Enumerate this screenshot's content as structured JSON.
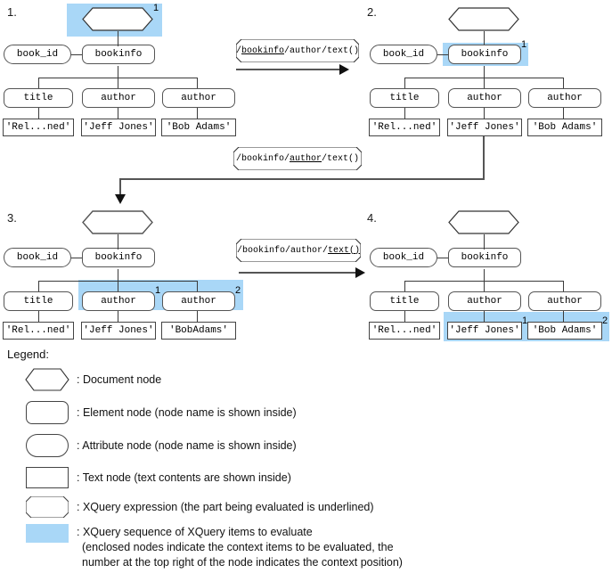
{
  "colors": {
    "highlight": "#a9d7f7",
    "node_stroke": "#555555",
    "edge": "#3a3a3a",
    "arrow": "#111111"
  },
  "panels": [
    {
      "number": "1.",
      "document_node": "",
      "attribute_node": "book_id",
      "root_element": "bookinfo",
      "children": [
        "title",
        "author",
        "author"
      ],
      "texts": [
        "'Rel...ned'",
        "'Jeff Jones'",
        "'Bob Adams'"
      ],
      "highlight_target": "document-node",
      "context_positions": [
        "1"
      ]
    },
    {
      "number": "2.",
      "document_node": "",
      "attribute_node": "book_id",
      "root_element": "bookinfo",
      "children": [
        "title",
        "author",
        "author"
      ],
      "texts": [
        "'Rel...ned'",
        "'Jeff Jones'",
        "'Bob Adams'"
      ],
      "highlight_target": "bookinfo-element",
      "context_positions": [
        "1"
      ]
    },
    {
      "number": "3.",
      "document_node": "",
      "attribute_node": "book_id",
      "root_element": "bookinfo",
      "children": [
        "title",
        "author",
        "author"
      ],
      "texts": [
        "'Rel...ned'",
        "'Jeff Jones'",
        "'BobAdams'"
      ],
      "highlight_target": "author-elements",
      "context_positions": [
        "1",
        "2"
      ]
    },
    {
      "number": "4.",
      "document_node": "",
      "attribute_node": "book_id",
      "root_element": "bookinfo",
      "children": [
        "title",
        "author",
        "author"
      ],
      "texts": [
        "'Rel...ned'",
        "'Jeff Jones'",
        "'Bob Adams'"
      ],
      "highlight_target": "author-text-nodes",
      "context_positions": [
        "1",
        "2"
      ]
    }
  ],
  "expressions": [
    {
      "id": "expr-1",
      "prefix": "/",
      "underlined": "bookinfo",
      "suffix": "/author/text()"
    },
    {
      "id": "expr-2",
      "prefix": "/bookinfo/",
      "underlined": "author",
      "suffix": "/text()"
    },
    {
      "id": "expr-3",
      "prefix": "/bookinfo/author/",
      "underlined": "text()",
      "suffix": ""
    }
  ],
  "legend": {
    "title": "Legend:",
    "items": [
      {
        "shape": "document-node-hexagon",
        "label": ": Document node"
      },
      {
        "shape": "element-node-rounded-rect",
        "label": ": Element node (node name is shown inside)"
      },
      {
        "shape": "attribute-node-pill",
        "label": ": Attribute node (node name is shown inside)"
      },
      {
        "shape": "text-node-rect",
        "label": ": Text node (text contents are shown inside)"
      },
      {
        "shape": "xquery-expression-notched",
        "label": ": XQuery expression (the part being evaluated is underlined)"
      },
      {
        "shape": "highlight-swatch",
        "label": ": XQuery sequence of XQuery items to evaluate",
        "label_line2": "(enclosed nodes indicate the context items to be evaluated, the",
        "label_line3": "number at the top right of the node indicates the context position)"
      }
    ]
  }
}
